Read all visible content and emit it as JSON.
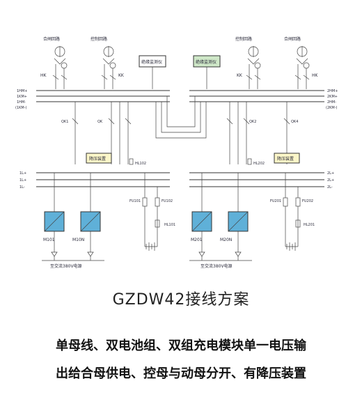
{
  "diagram": {
    "top_labels": {
      "acc_left": "合闸回路",
      "ctrl_left": "控制回路",
      "ctrl_right": "控制回路",
      "acc_right": "合闸回路"
    },
    "monitors": {
      "left": "绝缘监测仪",
      "right": "绝缘监测仪"
    },
    "switches": {
      "hk_left": "HK",
      "kk_left": "KK",
      "kk_right": "KK",
      "hk_right": "HK"
    },
    "hm_bus_left": [
      "1HM+",
      "1KM+",
      "1HM-",
      "(1KM-)"
    ],
    "hm_bus_right": [
      "2HM+",
      "2KM+",
      "2HM-",
      "(2KM-)"
    ],
    "qk": [
      "QK1",
      "QK",
      "QK2",
      "QK4"
    ],
    "dropper": {
      "left": "降压装置",
      "right": "降压装置"
    },
    "hl_labels": {
      "hl102": "HL102",
      "hl202": "HL202",
      "hl101": "HL101",
      "hl201": "HL201"
    },
    "l_bus_left": [
      "1L+",
      "1L+",
      "1L-"
    ],
    "l_bus_right": [
      "2L+",
      "2L+",
      "2L-"
    ],
    "fuses": {
      "fu101": "FU101",
      "fu102": "FU102",
      "fu201": "FU201",
      "fu202": "FU202"
    },
    "modules": [
      "M101",
      "M10N",
      "M201",
      "M20N"
    ],
    "ac_source_left": "至交流380V电源",
    "ac_source_right": "至交流380V电源",
    "colors": {
      "monitor_left_bg": "#ffffff",
      "monitor_right_bg": "#cfe8c8",
      "dropper_bg": "#fbf6c8",
      "module_fill": "#5fb0d8",
      "line": "#333333"
    }
  },
  "title": "GZDW42接线方案",
  "caption": {
    "line1": "单母线、双电池组、双组充电模块单一电压输",
    "line2": "出给合母供电、控母与动母分开、有降压装置"
  }
}
